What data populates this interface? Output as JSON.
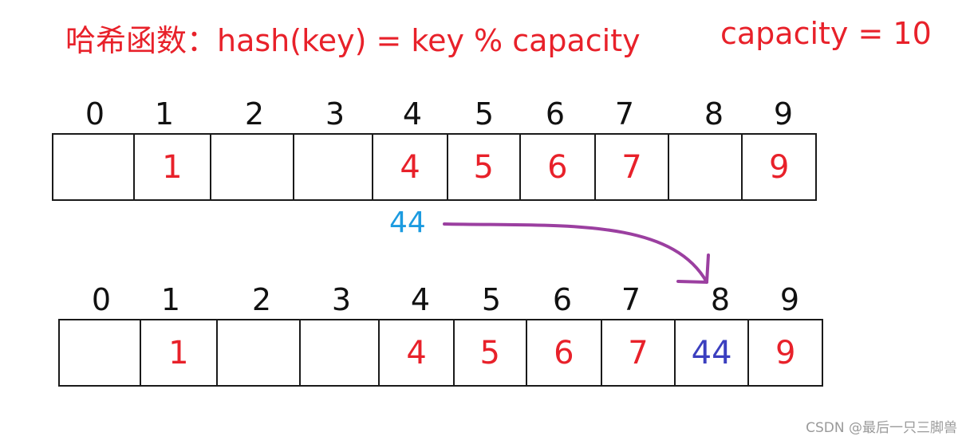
{
  "title": {
    "formula": "哈希函数：hash(key) = key % capacity",
    "capacity": "capacity = 10"
  },
  "before": {
    "indices": [
      "0",
      "1",
      "2",
      "3",
      "4",
      "5",
      "6",
      "7",
      "8",
      "9"
    ],
    "cells": [
      "",
      "1",
      "",
      "",
      "4",
      "5",
      "6",
      "7",
      "",
      "9"
    ]
  },
  "insert_key": "44",
  "after": {
    "indices": [
      "0",
      "1",
      "2",
      "3",
      "4",
      "5",
      "6",
      "7",
      "8",
      "9"
    ],
    "cells": [
      "",
      "1",
      "",
      "",
      "4",
      "5",
      "6",
      "7",
      "44",
      "9"
    ],
    "highlight_index": 8
  },
  "colors": {
    "value": "#e8212a",
    "inserted_value": "#3b3fbf",
    "insert_key": "#1c9be0",
    "arrow": "#9b3fa0"
  },
  "watermark": "CSDN @最后一只三脚兽"
}
